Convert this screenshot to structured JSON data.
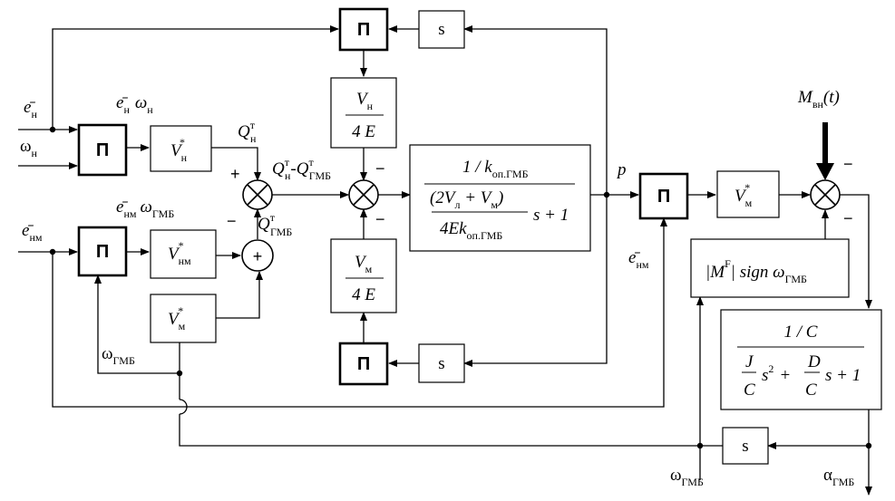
{
  "signals": {
    "e_n": "е̄",
    "e_n_sub": "н",
    "omega_n": "ω",
    "omega_n_sub": "н",
    "e_n_omega_label": "е̄",
    "e_nm": "е̄",
    "e_nm_sub": "нм",
    "omega_gmb": "ω",
    "omega_gmb_sub": "ГМБ",
    "q_tn": "Q",
    "q_tn_sup": "т",
    "q_tn_sub": "н",
    "q_tgmb": "Q",
    "q_tgmb_sup": "т",
    "q_tgmb_sub": "ГМБ",
    "q_diff": "Q",
    "q_diff_minus": "-",
    "p": "p",
    "m_vn": "M",
    "m_vn_sub": "вн",
    "m_vn_arg": "(t)",
    "alpha_gmb": "α",
    "alpha_gmb_sub": "ГМБ",
    "e_nm_bottom": "е̄",
    "e_nm_bottom_sub": "нм"
  },
  "blocks": {
    "P": "П",
    "s": "s",
    "V": "V",
    "V_star": "*",
    "V_n_sub": "н",
    "V_nm_sub": "нм",
    "V_m_sub": "м",
    "four_E": "4 E",
    "flow_num": "1 / k",
    "flow_num_sub": "оп.ГМБ",
    "flow_den_top": "(2V",
    "flow_den_top_sub_l": "л",
    "flow_den_top_mid": " + V",
    "flow_den_top_sub_m": "м",
    "flow_den_top_end": ")",
    "flow_den_bot": "4Ek",
    "flow_den_bot_sub": "оп.ГМБ",
    "flow_den_tail": "s + 1",
    "friction": "|M",
    "friction_sup": "F",
    "friction_rest": "| sign ω",
    "friction_sub": "ГМБ",
    "mech_num": "1 / C",
    "mech_J": "J",
    "mech_C": "C",
    "mech_s2": "s",
    "mech_two": "2",
    "mech_plus": "+",
    "mech_D": "D",
    "mech_tail": "s + 1"
  },
  "signs": {
    "plus": "+",
    "minus": "−"
  }
}
